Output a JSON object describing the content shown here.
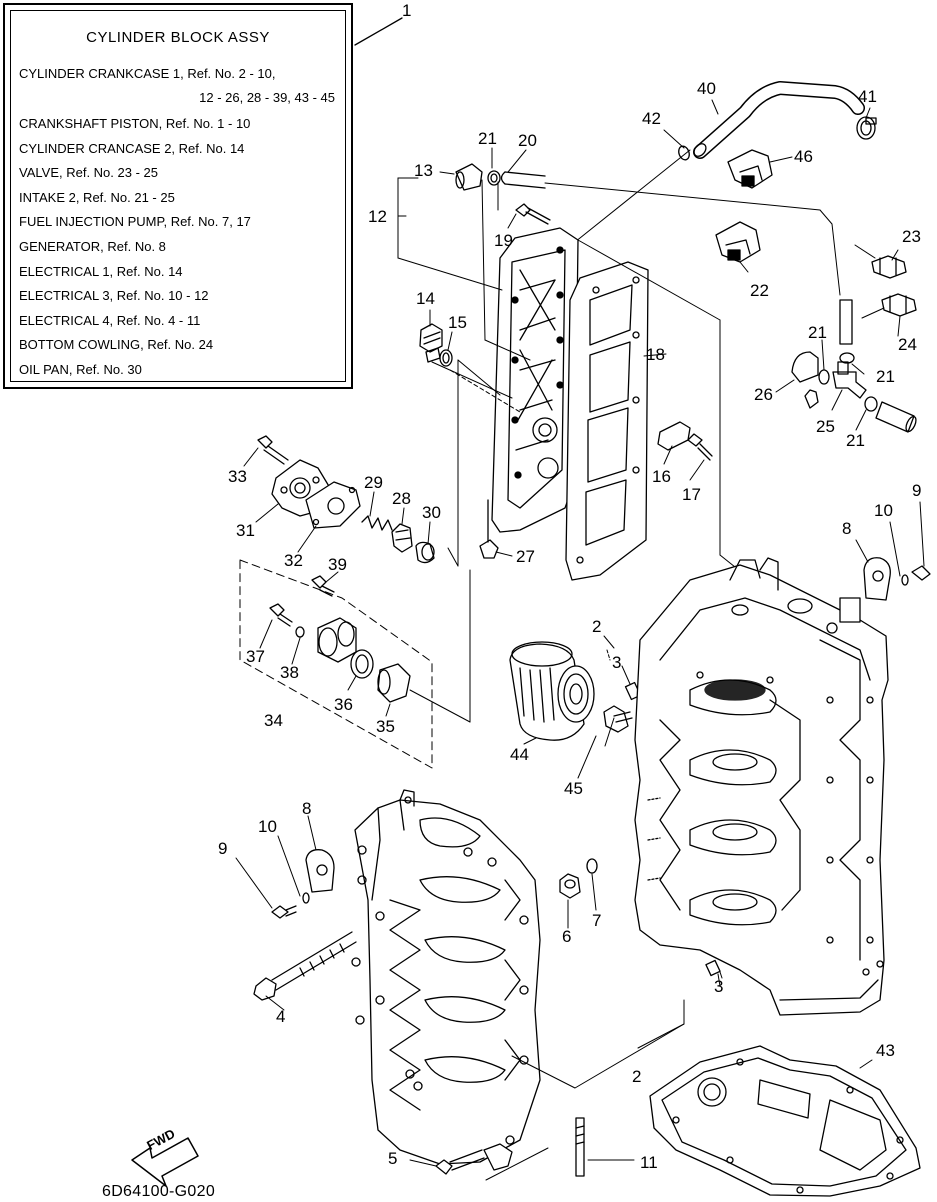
{
  "info_box": {
    "title": "CYLINDER  BLOCK ASSY",
    "lines": [
      "CYLINDER CRANKCASE 1,  Ref. No. 2 - 10,",
      "12 - 26, 28 - 39, 43 - 45",
      "CRANKSHAFT PISTON,  Ref. No. 1 - 10",
      "CYLINDER CRANCASE 2,  Ref. No. 14",
      "VALVE,  Ref. No. 23 - 25",
      "INTAKE 2,  Ref. No. 21 - 25",
      "FUEL INJECTION PUMP,  Ref. No.  7, 17",
      "GENERATOR,  Ref. No. 8",
      "ELECTRICAL 1,  Ref. No. 14",
      "ELECTRICAL 3,  Ref. No. 10 - 12",
      "ELECTRICAL 4,  Ref. No. 4 - 11",
      "BOTTOM COWLING,  Ref. No. 24",
      "OIL PAN,  Ref. No. 30"
    ]
  },
  "part_labels": {
    "p1": "1",
    "p2a": "2",
    "p2b": "2",
    "p3a": "3",
    "p3b": "3",
    "p4": "4",
    "p5": "5",
    "p6": "6",
    "p7": "7",
    "p8a": "8",
    "p8b": "8",
    "p9a": "9",
    "p9b": "9",
    "p10a": "10",
    "p10b": "10",
    "p11": "11",
    "p12": "12",
    "p13": "13",
    "p14": "14",
    "p15": "15",
    "p16": "16",
    "p17": "17",
    "p18": "18",
    "p19": "19",
    "p20": "20",
    "p21a": "21",
    "p21b": "21",
    "p21c": "21",
    "p21d": "21",
    "p22": "22",
    "p23": "23",
    "p24": "24",
    "p25": "25",
    "p26": "26",
    "p27": "27",
    "p28": "28",
    "p29": "29",
    "p30": "30",
    "p31": "31",
    "p32": "32",
    "p33": "33",
    "p34": "34",
    "p35": "35",
    "p36": "36",
    "p37": "37",
    "p38": "38",
    "p39": "39",
    "p40": "40",
    "p41": "41",
    "p42": "42",
    "p43": "43",
    "p44": "44",
    "p45": "45",
    "p46": "46"
  },
  "fwd_label": "FWD",
  "catalog_number": "6D64100-G020"
}
